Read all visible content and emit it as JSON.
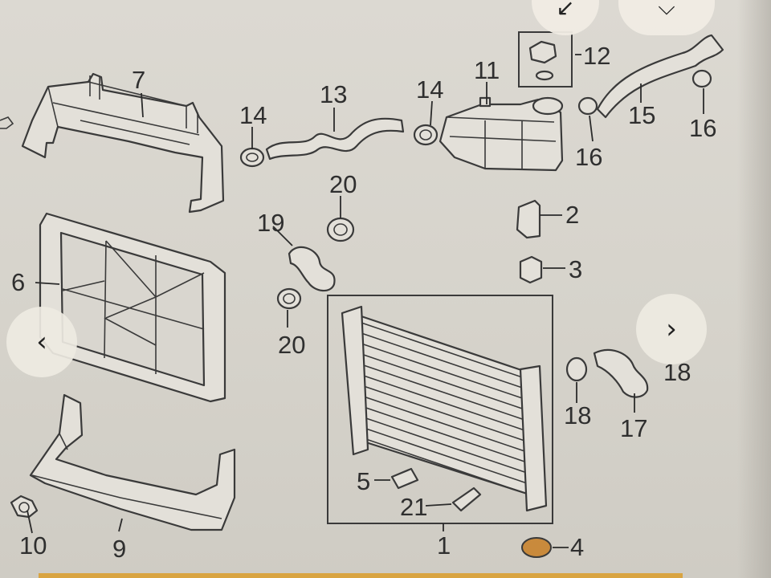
{
  "diagram": {
    "callouts": [
      "1",
      "2",
      "3",
      "4",
      "5",
      "6",
      "7",
      "9",
      "10",
      "11",
      "12",
      "13",
      "14",
      "14",
      "15",
      "16",
      "16",
      "17",
      "18",
      "18",
      "19",
      "20",
      "20",
      "21"
    ]
  },
  "nav": {
    "prev_glyph": "‹",
    "next_glyph": "›",
    "collapse_glyph": "↙",
    "menu_glyph": "⌵"
  },
  "colors": {
    "background": "#d9d6cf",
    "line": "#3a3a3a",
    "accent_strip": "#d9a441",
    "expansion_plug": "#c98a3c"
  }
}
